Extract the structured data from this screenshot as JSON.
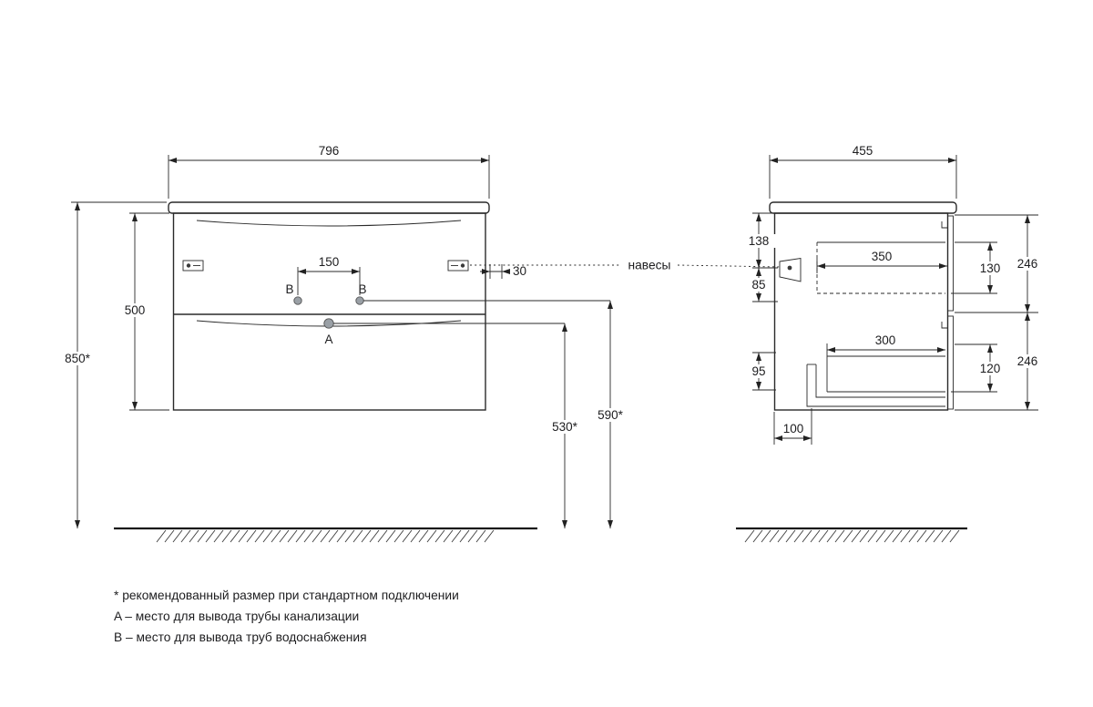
{
  "page": {
    "background": "#ffffff",
    "line_color": "#2a2a2a"
  },
  "front_view": {
    "width_label": "796",
    "height_label": "500",
    "install_height_label": "850*",
    "outlets_spacing_label": "150",
    "hanger_offset_label": "30",
    "water_height_label": "590*",
    "drain_height_label": "530*",
    "point_a_label": "A",
    "point_b_label": "B"
  },
  "side_view": {
    "depth_label": "455",
    "top_offset_label": "138",
    "hanger_gap_label": "85",
    "drawer_top_depth_label": "350",
    "drawer_top_height_label": "130",
    "front_top_height_label": "246",
    "drawer_bottom_depth_label": "300",
    "drawer_bottom_height_label": "120",
    "front_bottom_height_label": "246",
    "lower_gap_label": "95",
    "drain_offset_label": "100"
  },
  "callouts": {
    "hangers": "навесы"
  },
  "footnotes": [
    "* рекомендованный размер при стандартном подключении",
    "A – место для вывода трубы канализации",
    "B – место для вывода труб водоснабжения"
  ]
}
